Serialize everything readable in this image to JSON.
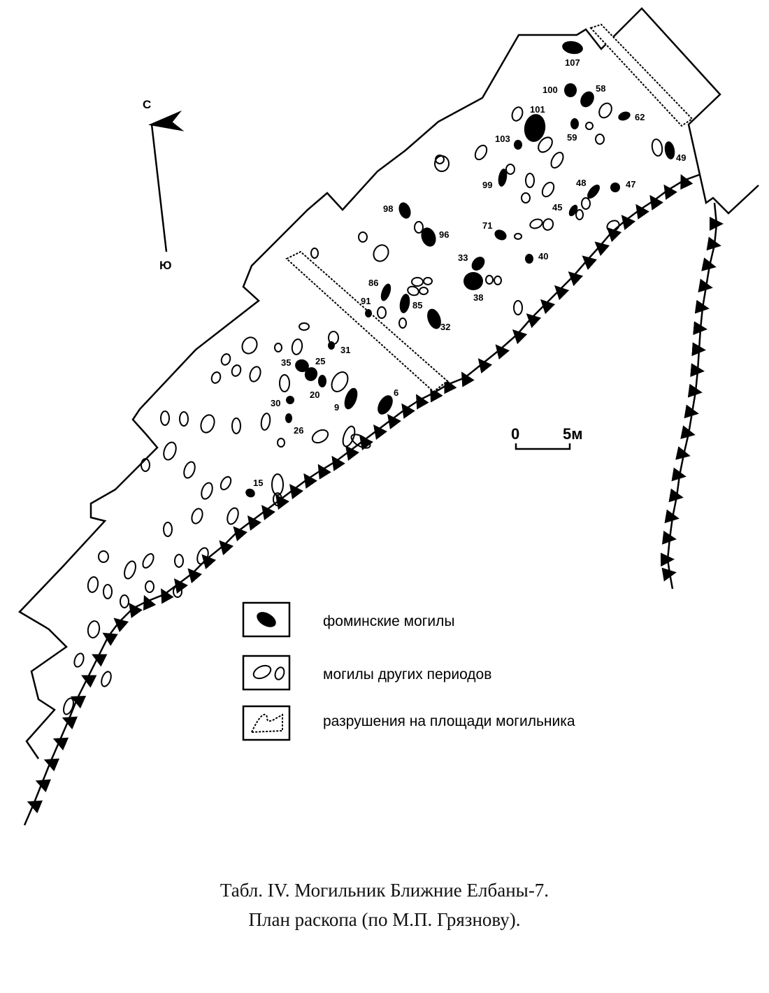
{
  "north_label": "С",
  "south_label": "Ю",
  "scale": {
    "zero": "0",
    "end": "5м"
  },
  "legend": [
    {
      "symbol": "filled-grave",
      "label": "фоминские могилы"
    },
    {
      "symbol": "outline-grave",
      "label": "могилы других периодов"
    },
    {
      "symbol": "destruction",
      "label": "разрушения на площади могильника"
    }
  ],
  "caption": {
    "line1": "Табл. IV. Могильник Ближние Елбаны-7.",
    "line2": "План раскопа (по М.П. Грязнову)."
  },
  "graves_fominskie": [
    "107",
    "100",
    "58",
    "101",
    "62",
    "59",
    "103",
    "49",
    "99",
    "48",
    "47",
    "45",
    "98",
    "96",
    "71",
    "40",
    "33",
    "38",
    "86",
    "91",
    "85",
    "32",
    "31",
    "35",
    "25",
    "20",
    "9",
    "6",
    "30",
    "26",
    "15"
  ]
}
